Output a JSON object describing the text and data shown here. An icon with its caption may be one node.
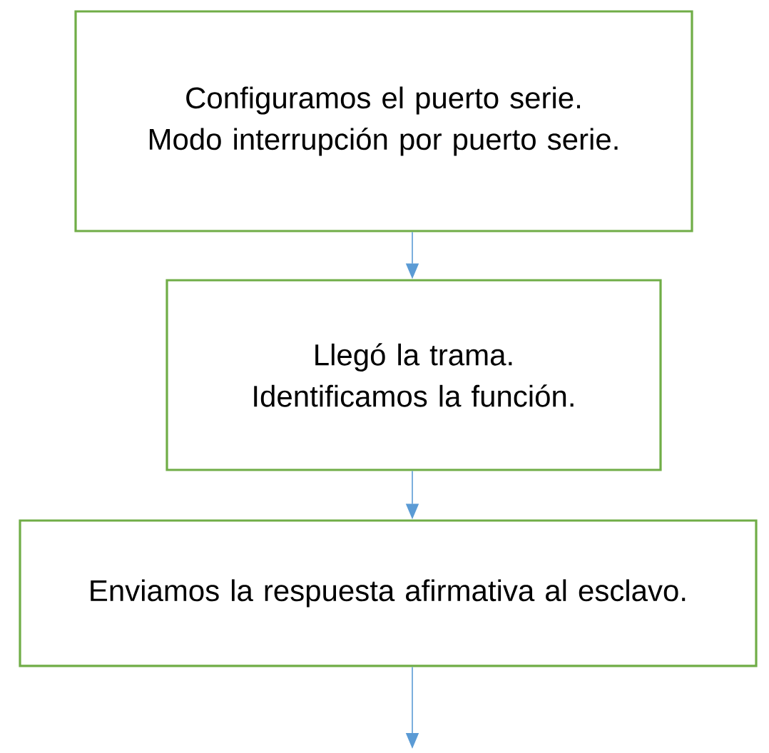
{
  "diagram": {
    "nodes": [
      {
        "text": [
          "Configuramos el puerto serie. Modo interrupción por puerto serie."
        ]
      },
      {
        "text": [
          "Llegó la trama. Identificamos la función."
        ]
      },
      {
        "text": [
          "Enviamos la respuesta afirmativa al esclavo."
        ]
      }
    ],
    "edges": [
      {
        "from": 0,
        "to": 1,
        "arrow": "to"
      },
      {
        "from": 1,
        "to": 2,
        "arrow": "to"
      },
      {
        "from": 2,
        "to": null,
        "arrow": "to"
      }
    ]
  }
}
